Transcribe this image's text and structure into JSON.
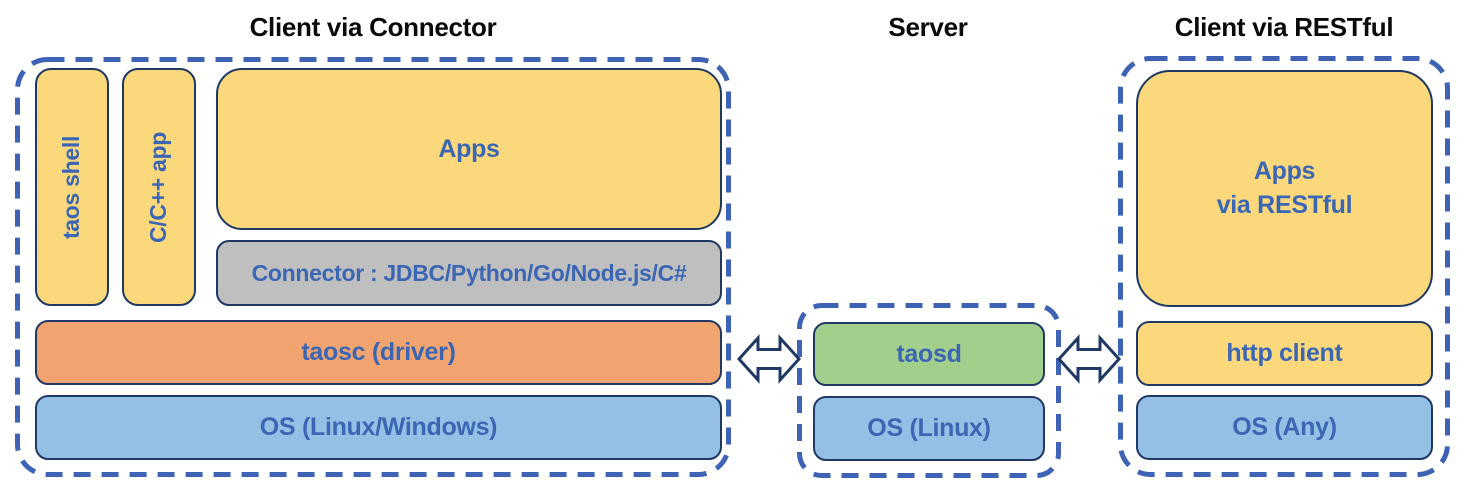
{
  "sections": {
    "client_connector": {
      "title": "Client via Connector",
      "taos_shell_label": "taos shell",
      "cpp_app_label": "C/C++ app",
      "apps_label": "Apps",
      "connector_label": "Connector : JDBC/Python/Go/Node.js/C#",
      "taosc_label": "taosc (driver)",
      "os_label": "OS (Linux/Windows)"
    },
    "server": {
      "title": "Server",
      "taosd_label": "taosd",
      "os_label": "OS (Linux)"
    },
    "client_restful": {
      "title": "Client via RESTful",
      "apps_label_line1": "Apps",
      "apps_label_line2": "via RESTful",
      "http_client_label": "http client",
      "os_label": "OS (Any)"
    },
    "connections": [
      {
        "from": "taosc (driver)",
        "to": "taosd",
        "type": "bidirectional-arrow"
      },
      {
        "from": "taosd",
        "to": "http client",
        "type": "bidirectional-arrow"
      }
    ]
  },
  "colors": {
    "dashed_border_blue": "#3e63b4",
    "solid_box_border_navy": "#1f3864",
    "label_text_blue": "#3b66b4",
    "title_text_black": "#0a0a0a",
    "yellow_fill": "#fad87b",
    "orange_fill": "#f2a470",
    "light_blue_fill": "#95c0e6",
    "green_fill": "#a3cf8d",
    "gray_fill": "#bfbfbf",
    "background": "#ffffff"
  }
}
